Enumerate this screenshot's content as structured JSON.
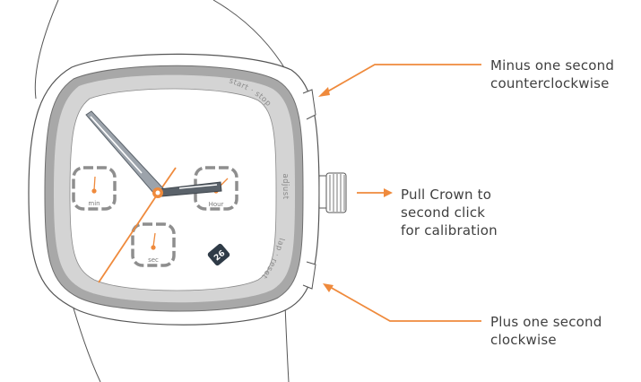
{
  "colors": {
    "accent": "#EF8A3C",
    "outline": "#555555",
    "bezel": "#A8A8A8",
    "bezel_inner": "#CFCFCF",
    "dial": "#FFFFFF",
    "hands": "#9CA3AB",
    "subdial": "#8E8E8E",
    "text": "#404040"
  },
  "callouts": {
    "minus": {
      "line1": "Minus one second",
      "line2": "counterclockwise"
    },
    "crown": {
      "line1": "Pull Crown to",
      "line2": "second click",
      "line3": "for calibration"
    },
    "plus": {
      "line1": "Plus one second",
      "line2": "clockwise"
    }
  },
  "bezel_labels": {
    "start_stop": "start · stop",
    "adjust": "adjust",
    "lap_reset": "lap · reset"
  },
  "subdials": {
    "min": "min",
    "hour": "Hour",
    "sec": "sec"
  },
  "date": "26"
}
